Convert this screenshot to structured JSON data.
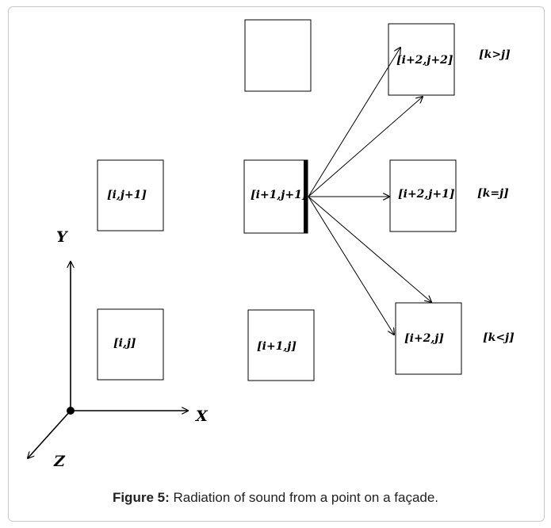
{
  "cells": {
    "top_empty": "",
    "i_j1": "[i,j+1]",
    "i1_j1": "[i+1,j+1]",
    "i2_j2": "[i+2,j+2]",
    "i2_j1": "[i+2,j+1]",
    "i_j": "[i,j]",
    "i1_j": "[i+1,j]",
    "i2_j": "[i+2,j]"
  },
  "conditions": {
    "k_gt_j": "[k>j]",
    "k_eq_j": "[k=j]",
    "k_lt_j": "[k<j]"
  },
  "axes": {
    "x": "X",
    "y": "Y",
    "z": "Z"
  },
  "caption": {
    "label": "Figure 5:",
    "text": " Radiation of sound from a point on a façade."
  }
}
